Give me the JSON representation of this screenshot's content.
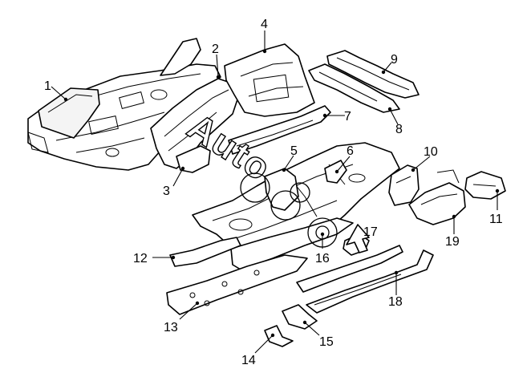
{
  "callouts": [
    "1",
    "2",
    "3",
    "4",
    "5",
    "6",
    "7",
    "8",
    "9",
    "10",
    "11",
    "12",
    "13",
    "14",
    "15",
    "16",
    "17",
    "18",
    "19"
  ],
  "watermark": {
    "text": "Auto"
  },
  "colors": {
    "line": "#000000",
    "background": "#ffffff"
  }
}
